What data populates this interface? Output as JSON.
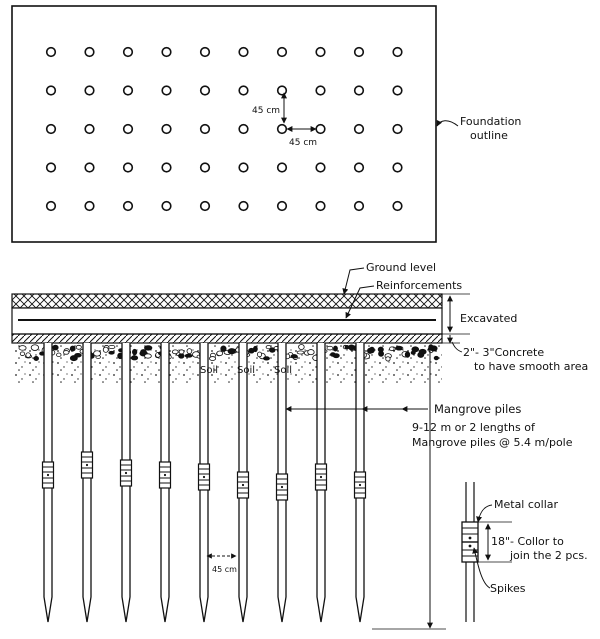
{
  "plan": {
    "rows": 5,
    "cols": 10,
    "spacing_vertical_label": "45 cm",
    "spacing_horizontal_label": "45 cm",
    "foundation_outline_label": [
      "Foundation",
      "outline"
    ]
  },
  "section": {
    "ground_level": "Ground level",
    "reinforcements": "Reinforcements",
    "excavated": "Excavated",
    "concrete_label": [
      "2\"- 3\"Concrete",
      "to have smooth area"
    ],
    "soil_labels": [
      "Soil",
      "Soil",
      "Soil"
    ],
    "piles_title": "Mangrove piles",
    "piles_desc": [
      "9-12 m or 2 lengths of",
      "Mangrove piles @ 5.4 m/pole"
    ],
    "pile_count": 9,
    "pile_spacing_label": "45 cm"
  },
  "detail": {
    "metal_collar": "Metal collar",
    "collar_desc": [
      "18\"- Collor to",
      "join the 2 pcs."
    ],
    "spikes": "Spikes"
  },
  "colors": {
    "ink": "#111111",
    "paper": "#ffffff"
  }
}
